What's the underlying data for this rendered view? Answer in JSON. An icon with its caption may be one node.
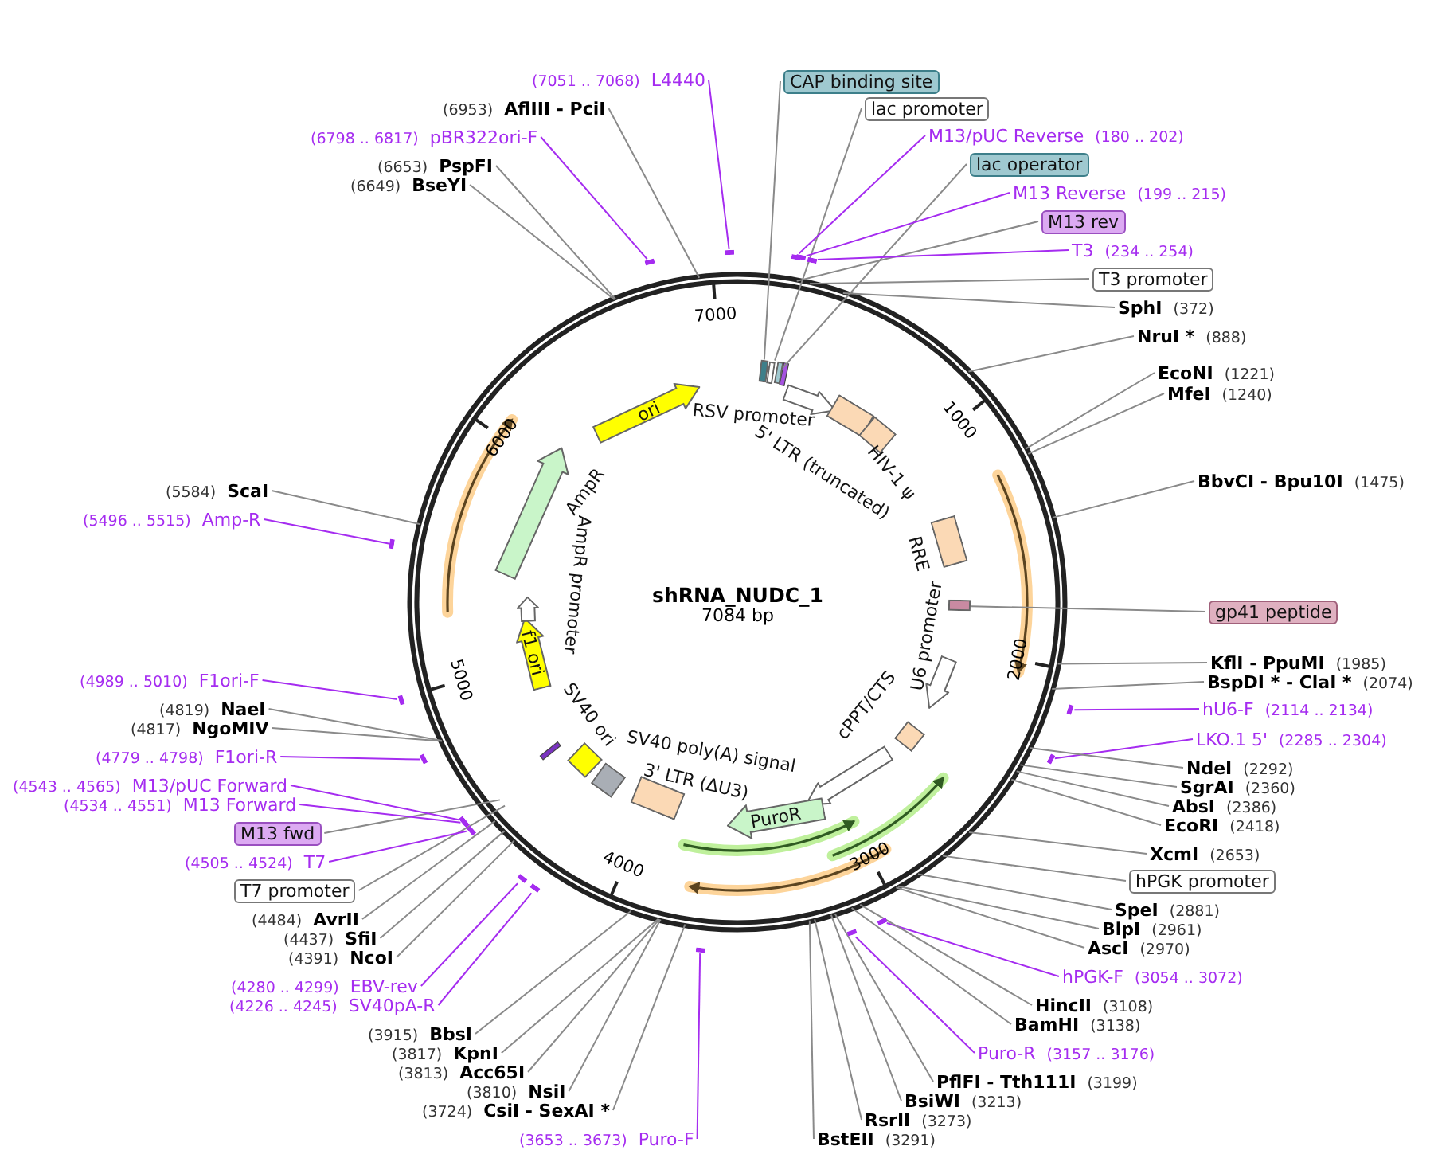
{
  "diagram": {
    "title": "shRNA_NUDC_1",
    "nodes": [
      {
        "text": [
          "CAP binding site"
        ]
      },
      {
        "text": [
          "lac promoter"
        ]
      },
      {
        "text": [
          "M13/pUC Reverse",
          "(180 .. 202)"
        ]
      },
      {
        "text": [
          "lac operator"
        ]
      },
      {
        "text": [
          "M13 Reverse",
          "(199 .. 215)"
        ]
      },
      {
        "text": [
          "M13 rev"
        ]
      },
      {
        "text": [
          "T3",
          "(234 .. 254)"
        ]
      },
      {
        "text": [
          "T3 promoter"
        ]
      },
      {
        "text": [
          "SphI",
          "(372)"
        ]
      },
      {
        "text": [
          "NruI *",
          "(888)"
        ]
      },
      {
        "text": [
          "EcoNI",
          "(1221)"
        ]
      },
      {
        "text": [
          "MfeI",
          "(1240)"
        ]
      },
      {
        "text": [
          "BbvCI - Bpu10I",
          "(1475)"
        ]
      },
      {
        "text": [
          "gp41 peptide"
        ]
      },
      {
        "text": [
          "KflI - PpuMI",
          "(1985)"
        ]
      },
      {
        "text": [
          "BspDI * - ClaI *",
          "(2074)"
        ]
      },
      {
        "text": [
          "hU6-F",
          "(2114 .. 2134)"
        ]
      },
      {
        "text": [
          "LKO.1 5'",
          "(2285 .. 2304)"
        ]
      },
      {
        "text": [
          "NdeI",
          "(2292)"
        ]
      },
      {
        "text": [
          "SgrAI",
          "(2360)"
        ]
      },
      {
        "text": [
          "AbsI",
          "(2386)"
        ]
      },
      {
        "text": [
          "EcoRI",
          "(2418)"
        ]
      },
      {
        "text": [
          "XcmI",
          "(2653)"
        ]
      },
      {
        "text": [
          "hPGK promoter"
        ]
      },
      {
        "text": [
          "SpeI",
          "(2881)"
        ]
      },
      {
        "text": [
          "BlpI",
          "(2961)"
        ]
      },
      {
        "text": [
          "AscI",
          "(2970)"
        ]
      },
      {
        "text": [
          "hPGK-F",
          "(3054 .. 3072)"
        ]
      },
      {
        "text": [
          "HincII",
          "(3108)"
        ]
      },
      {
        "text": [
          "BamHI",
          "(3138)"
        ]
      },
      {
        "text": [
          "Puro-R",
          "(3157 .. 3176)"
        ]
      },
      {
        "text": [
          "PflFI - Tth111I",
          "(3199)"
        ]
      },
      {
        "text": [
          "BsiWI",
          "(3213)"
        ]
      },
      {
        "text": [
          "RsrII",
          "(3273)"
        ]
      },
      {
        "text": [
          "BstEII",
          "(3291)"
        ]
      },
      {
        "text": [
          "(3653 .. 3673)",
          "Puro-F"
        ]
      },
      {
        "text": [
          "(3724)",
          "CsiI - SexAI *"
        ]
      },
      {
        "text": [
          "(3810)",
          "NsiI"
        ]
      },
      {
        "text": [
          "(3813)",
          "Acc65I"
        ]
      },
      {
        "text": [
          "(3817)",
          "KpnI"
        ]
      },
      {
        "text": [
          "(3915)",
          "BbsI"
        ]
      },
      {
        "text": [
          "(4226 .. 4245)",
          "SV40pA-R"
        ]
      },
      {
        "text": [
          "(4280 .. 4299)",
          "EBV-rev"
        ]
      },
      {
        "text": [
          "(4391)",
          "NcoI"
        ]
      },
      {
        "text": [
          "(4437)",
          "SfiI"
        ]
      },
      {
        "text": [
          "(4484)",
          "AvrII"
        ]
      },
      {
        "text": [
          "T7 promoter"
        ]
      },
      {
        "text": [
          "(4505 .. 4524)",
          "T7"
        ]
      },
      {
        "text": [
          "M13 fwd"
        ]
      },
      {
        "text": [
          "(4534 .. 4551)",
          "M13 Forward"
        ]
      },
      {
        "text": [
          "(4543 .. 4565)",
          "M13/pUC Forward"
        ]
      },
      {
        "text": [
          "(4779 .. 4798)",
          "F1ori-R"
        ]
      },
      {
        "text": [
          "(4817)",
          "NgoMIV"
        ]
      },
      {
        "text": [
          "(4819)",
          "NaeI"
        ]
      },
      {
        "text": [
          "(4989 .. 5010)",
          "F1ori-F"
        ]
      },
      {
        "text": [
          "(5496 .. 5515)",
          "Amp-R"
        ]
      },
      {
        "text": [
          "(5584)",
          "ScaI"
        ]
      },
      {
        "text": [
          "(6649)",
          "BseYI"
        ]
      },
      {
        "text": [
          "(6653)",
          "PspFI"
        ]
      },
      {
        "text": [
          "(6798 .. 6817)",
          "pBR322ori-F"
        ]
      },
      {
        "text": [
          "(6953)",
          "AflIII - PciI"
        ]
      },
      {
        "text": [
          "(7051 .. 7068)",
          "L4440"
        ]
      },
      {
        "text": [
          "RSV promoter"
        ]
      },
      {
        "text": [
          "5' LTR (truncated)"
        ]
      },
      {
        "text": [
          "HIV-1 ψ"
        ]
      },
      {
        "text": [
          "RRE"
        ]
      },
      {
        "text": [
          "U6 promoter"
        ]
      },
      {
        "text": [
          "cPPT/CTS"
        ]
      },
      {
        "text": [],
        "shape": "arrow"
      },
      {
        "text": [
          "PuroR"
        ]
      },
      {
        "text": [
          "3' LTR (ΔU3)"
        ]
      },
      {
        "text": [
          "SV40 poly(A) signal"
        ]
      },
      {
        "text": [
          "SV40 ori"
        ]
      },
      {
        "text": [
          "f1 ori"
        ]
      },
      {
        "text": [
          "AmpR promoter"
        ]
      },
      {
        "text": [
          "AmpR"
        ]
      },
      {
        "text": [
          "ori"
        ]
      },
      {
        "text": [],
        "shape": "box"
      },
      {
        "text": [],
        "shape": "box"
      },
      {
        "text": [],
        "shape": "box"
      },
      {
        "text": [],
        "shape": "box"
      },
      {
        "text": [],
        "shape": "bar"
      },
      {
        "text": [],
        "shape": "bar"
      },
      {
        "text": [],
        "shape": "bar"
      },
      {
        "text": [],
        "shape": "bar"
      },
      {
        "text": [],
        "shape": "bar"
      },
      {
        "text": [],
        "shape": "bar"
      },
      {
        "text": [],
        "shape": "bar"
      },
      {
        "text": [],
        "shape": "bar"
      },
      {
        "text": [],
        "shape": "bar"
      },
      {
        "text": [],
        "shape": "bar"
      },
      {
        "text": [],
        "shape": "bar"
      },
      {
        "text": [],
        "shape": "bar"
      },
      {
        "text": [],
        "shape": "bar"
      },
      {
        "text": [],
        "shape": "bar"
      },
      {
        "text": [],
        "shape": "bar"
      },
      {
        "text": [],
        "shape": "bar"
      },
      {
        "text": [],
        "shape": "bar"
      },
      {
        "text": [],
        "shape": "bar"
      }
    ],
    "edges": [
      {
        "from": 0,
        "to": 77,
        "arrow": "none"
      },
      {
        "from": 1,
        "to": 78,
        "arrow": "none"
      },
      {
        "from": 2,
        "to": 81,
        "arrow": "none",
        "color": "#a52cf0"
      },
      {
        "from": 3,
        "to": 79,
        "arrow": "none"
      },
      {
        "from": 4,
        "to": 82,
        "arrow": "none",
        "color": "#a52cf0"
      },
      {
        "from": 5,
        "to": null,
        "arrow": "none"
      },
      {
        "from": 6,
        "to": 83,
        "arrow": "none",
        "color": "#a52cf0"
      },
      {
        "from": 7,
        "to": null,
        "arrow": "none"
      },
      {
        "from": 8,
        "to": null,
        "arrow": "none"
      },
      {
        "from": 9,
        "to": null,
        "arrow": "none"
      },
      {
        "from": 10,
        "to": null,
        "arrow": "none"
      },
      {
        "from": 11,
        "to": null,
        "arrow": "none"
      },
      {
        "from": 12,
        "to": null,
        "arrow": "none"
      },
      {
        "from": 13,
        "to": 80,
        "arrow": "none"
      },
      {
        "from": 14,
        "to": null,
        "arrow": "none"
      },
      {
        "from": 15,
        "to": null,
        "arrow": "none"
      },
      {
        "from": 16,
        "to": 84,
        "arrow": "none",
        "color": "#a52cf0"
      },
      {
        "from": 17,
        "to": 85,
        "arrow": "none",
        "color": "#a52cf0"
      },
      {
        "from": 18,
        "to": null,
        "arrow": "none"
      },
      {
        "from": 19,
        "to": null,
        "arrow": "none"
      },
      {
        "from": 20,
        "to": null,
        "arrow": "none"
      },
      {
        "from": 21,
        "to": null,
        "arrow": "none"
      },
      {
        "from": 22,
        "to": null,
        "arrow": "none"
      },
      {
        "from": 23,
        "to": null,
        "arrow": "none"
      },
      {
        "from": 24,
        "to": null,
        "arrow": "none"
      },
      {
        "from": 25,
        "to": null,
        "arrow": "none"
      },
      {
        "from": 26,
        "to": null,
        "arrow": "none"
      },
      {
        "from": 27,
        "to": 86,
        "arrow": "none",
        "color": "#a52cf0"
      },
      {
        "from": 28,
        "to": null,
        "arrow": "none"
      },
      {
        "from": 29,
        "to": null,
        "arrow": "none"
      },
      {
        "from": 30,
        "to": 87,
        "arrow": "none",
        "color": "#a52cf0"
      },
      {
        "from": 31,
        "to": null,
        "arrow": "none"
      },
      {
        "from": 32,
        "to": null,
        "arrow": "none"
      },
      {
        "from": 33,
        "to": null,
        "arrow": "none"
      },
      {
        "from": 34,
        "to": null,
        "arrow": "none"
      },
      {
        "from": 35,
        "to": 88,
        "arrow": "none",
        "color": "#a52cf0"
      },
      {
        "from": 36,
        "to": null,
        "arrow": "none"
      },
      {
        "from": 37,
        "to": null,
        "arrow": "none"
      },
      {
        "from": 38,
        "to": null,
        "arrow": "none"
      },
      {
        "from": 39,
        "to": null,
        "arrow": "none"
      },
      {
        "from": 40,
        "to": null,
        "arrow": "none"
      },
      {
        "from": 41,
        "to": 89,
        "arrow": "none",
        "color": "#a52cf0"
      },
      {
        "from": 42,
        "to": 90,
        "arrow": "none",
        "color": "#a52cf0"
      },
      {
        "from": 43,
        "to": null,
        "arrow": "none"
      },
      {
        "from": 44,
        "to": null,
        "arrow": "none"
      },
      {
        "from": 45,
        "to": null,
        "arrow": "none"
      },
      {
        "from": 46,
        "to": null,
        "arrow": "none"
      },
      {
        "from": 47,
        "to": 91,
        "arrow": "none",
        "color": "#a52cf0"
      },
      {
        "from": 48,
        "to": null,
        "arrow": "none"
      },
      {
        "from": 49,
        "to": 92,
        "arrow": "none",
        "color": "#a52cf0"
      },
      {
        "from": 50,
        "to": 93,
        "arrow": "none",
        "color": "#a52cf0"
      },
      {
        "from": 51,
        "to": 94,
        "arrow": "none",
        "color": "#a52cf0"
      },
      {
        "from": 52,
        "to": null,
        "arrow": "none"
      },
      {
        "from": 53,
        "to": null,
        "arrow": "none"
      },
      {
        "from": 54,
        "to": 95,
        "arrow": "none",
        "color": "#a52cf0"
      },
      {
        "from": 55,
        "to": 96,
        "arrow": "none",
        "color": "#a52cf0"
      },
      {
        "from": 56,
        "to": null,
        "arrow": "none"
      },
      {
        "from": 57,
        "to": null,
        "arrow": "none"
      },
      {
        "from": 58,
        "to": null,
        "arrow": "none"
      },
      {
        "from": 59,
        "to": 97,
        "arrow": "none",
        "color": "#a52cf0"
      },
      {
        "from": 60,
        "to": null,
        "arrow": "none"
      },
      {
        "from": 61,
        "to": 98,
        "arrow": "none",
        "color": "#a52cf0"
      }
    ],
    "labels": [
      "7084 bp",
      "1000",
      "2000",
      "3000",
      "4000",
      "5000",
      "6000",
      "7000"
    ]
  }
}
